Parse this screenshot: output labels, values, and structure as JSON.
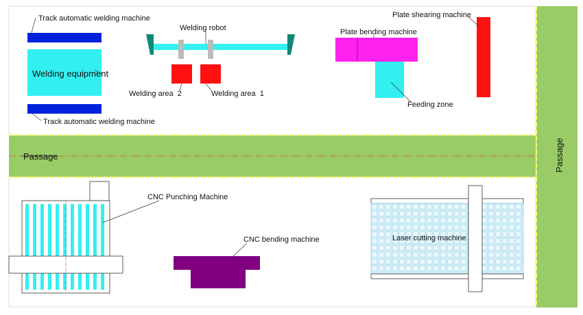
{
  "labels": {
    "track_top": "Track automatic welding machine",
    "track_bottom": "Track automatic welding machine",
    "welding_equipment": "Welding equipment",
    "welding_robot": "Welding robot",
    "welding_area_2": "Welding area  2",
    "welding_area_1": "Welding area  1",
    "plate_bending": "Plate bending machine",
    "plate_shearing": "Plate shearing machine",
    "feeding_zone": "Feeding zone",
    "passage_horizontal": "Passage",
    "passage_vertical": "Passage",
    "cnc_punching": "CNC Punching Machine",
    "cnc_bending": "CNC bending machine",
    "laser_cutting": "Laser cutting machine"
  },
  "colors": {
    "passage_green": "#99cc66",
    "boundary_yellow": "#ffff66",
    "track_blue": "#0022dd",
    "cyan": "#33f0f0",
    "robot_teal": "#118877",
    "welding_red": "#ff1111",
    "magenta": "#ff22ee",
    "purple": "#800080",
    "centerline_red": "#dd4444",
    "laser_grid": "#a8ddee"
  }
}
